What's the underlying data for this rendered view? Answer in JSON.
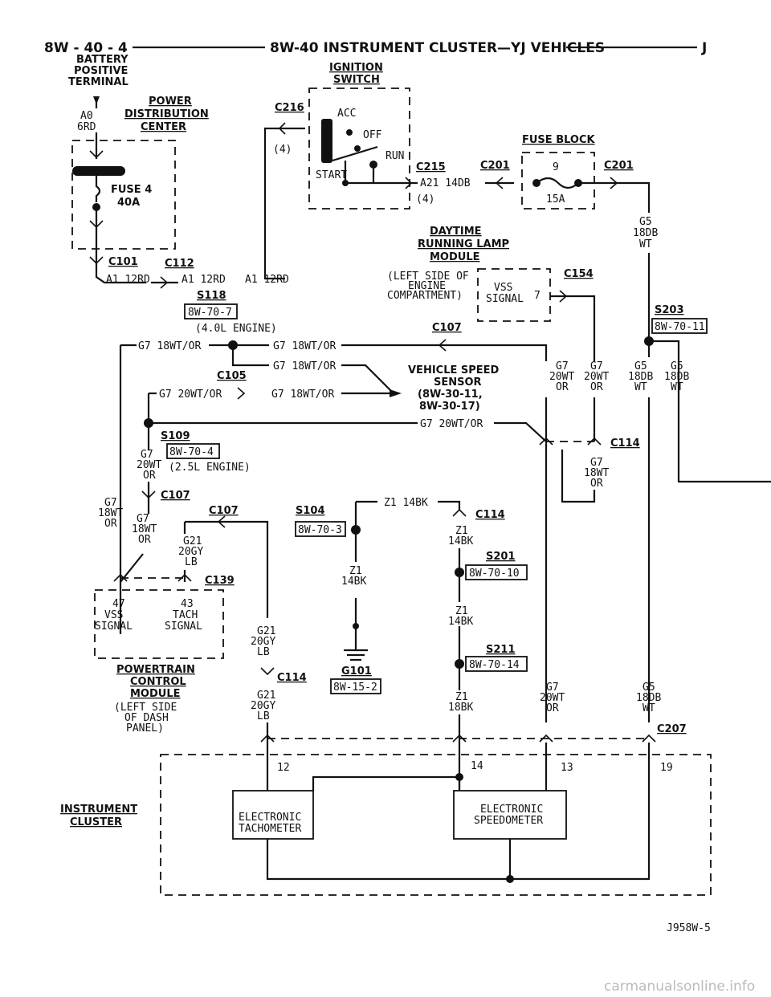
{
  "header": {
    "left": "8W - 40 - 4",
    "title": "8W-40 INSTRUMENT CLUSTER—YJ VEHICLES",
    "right": "J"
  },
  "components": {
    "battery_terminal": [
      "BATTERY",
      "POSITIVE",
      "TERMINAL"
    ],
    "pdc": [
      "POWER",
      "DISTRIBUTION",
      "CENTER"
    ],
    "ignition_switch": [
      "IGNITION",
      "SWITCH"
    ],
    "fuse_block": "FUSE BLOCK",
    "drl_module": [
      "DAYTIME",
      "RUNNING LAMP",
      "MODULE"
    ],
    "drl_note": [
      "(LEFT SIDE OF",
      "ENGINE",
      "COMPARTMENT)"
    ],
    "vss": [
      "VEHICLE SPEED",
      "SENSOR",
      "(8W-30-11,",
      "8W-30-17)"
    ],
    "pcm": [
      "POWERTRAIN",
      "CONTROL",
      "MODULE"
    ],
    "pcm_note": [
      "(LEFT SIDE",
      "OF DASH",
      "PANEL)"
    ],
    "cluster": [
      "INSTRUMENT",
      "CLUSTER"
    ],
    "tach": [
      "ELECTRONIC",
      "TACHOMETER"
    ],
    "speedo": [
      "ELECTRONIC",
      "SPEEDOMETER"
    ]
  },
  "labels": {
    "a0": "A0",
    "a0_wire": "6RD",
    "fuse4": "FUSE 4",
    "fuse4_amp": "40A",
    "acc": "ACC",
    "off": "OFF",
    "run": "RUN",
    "start": "START",
    "fuse9": "9",
    "fuse9_amp": "15A",
    "vss_signal": [
      "VSS",
      "SIGNAL"
    ],
    "pin7": "7",
    "pcm_pin47": "47",
    "pcm_pin43": "43",
    "pcm_vss": [
      "VSS",
      "SIGNAL"
    ],
    "pcm_tach": [
      "TACH",
      "SIGNAL"
    ],
    "pin12": "12",
    "pin14": "14",
    "pin13": "13",
    "pin19": "19",
    "engine_40": "(4.0L ENGINE)",
    "engine_25": "(2.5L ENGINE)",
    "four": "(4)"
  },
  "connectors": {
    "c216": "C216",
    "c215": "C215",
    "c201a": "C201",
    "c201b": "C201",
    "c101": "C101",
    "c112": "C112",
    "c154": "C154",
    "c107a": "C107",
    "c107b": "C107",
    "c107c": "C107",
    "c105": "C105",
    "c114a": "C114",
    "c114b": "C114",
    "c114c": "C114",
    "c139": "C139",
    "c207": "C207"
  },
  "splices": {
    "s118": "S118",
    "s203": "S203",
    "s109": "S109",
    "s104": "S104",
    "s201": "S201",
    "s211": "S211",
    "g101": "G101"
  },
  "refs": {
    "r1": "8W-70-7",
    "r2": "8W-70-11",
    "r3": "8W-70-4",
    "r4": "8W-70-3",
    "r5": "8W-70-10",
    "r6": "8W-70-14",
    "r7": "8W-15-2"
  },
  "wires": {
    "a1_12rd_a": "A1 12RD",
    "a1_12rd_b": "A1 12RD",
    "a1_12rd_c": "A1 12RD",
    "a21": "A21 14DB",
    "g5": [
      "G5",
      "18DB",
      "WT"
    ],
    "g7_18wtor_a": "G7 18WT/OR",
    "g7_18wtor_b": "G7 18WT/OR",
    "g7_18wtor_c": "G7 18WT/OR",
    "g7_18wtor_d": "G7 18WT/OR",
    "g7_20wtor_a": "G7 20WT/OR",
    "g7_20wtor_b": "G7 20WT/OR",
    "g7_v": [
      "G7",
      "20WT",
      "OR"
    ],
    "g7_18v": [
      "G7",
      "18WT",
      "OR"
    ],
    "g5_v": [
      "G5",
      "18DB",
      "WT"
    ],
    "g21": [
      "G21",
      "20GY",
      "LB"
    ],
    "z1_14bk": "Z1 14BK",
    "z1_v": [
      "Z1",
      "14BK"
    ],
    "z1_18bk": [
      "Z1",
      "18BK"
    ]
  },
  "footer": {
    "code": "J958W-5",
    "watermark": "carmanualsonline.info"
  }
}
